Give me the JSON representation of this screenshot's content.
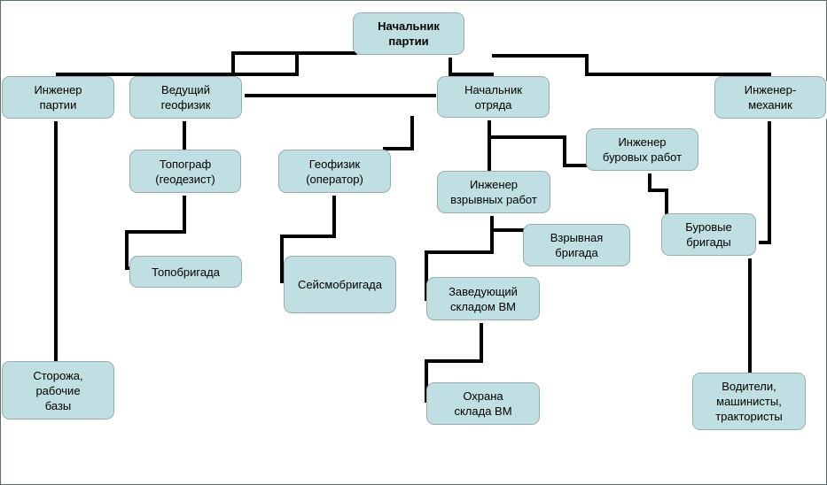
{
  "diagram": {
    "nodes": {
      "head": "Начальник\nпартии",
      "party_engineer": "Инженер\nпартии",
      "lead_geophysicist": "Ведущий\nгеофизик",
      "squad_head": "Начальник\nотряда",
      "mech_engineer": "Инженер-\nмеханик",
      "topographer": "Топограф\n(геодезист)",
      "geophysicist": "Геофизик\n(оператор)",
      "drilling_engineer": "Инженер\nбуровых работ",
      "blasting_engineer": "Инженер\nвзрывных работ",
      "drill_crews": "Буровые\nбригады",
      "blast_crew": "Взрывная\nбригада",
      "topo_crew": "Топобригада",
      "seismo_crew": "Сейсмобригада",
      "warehouse_head": "Заведующий\nскладом ВМ",
      "watchmen": "Сторожа,\nрабочие\nбазы",
      "guard": "Охрана\nсклада ВМ",
      "drivers": "Водители,\nмашинисты,\nтрактористы"
    }
  }
}
